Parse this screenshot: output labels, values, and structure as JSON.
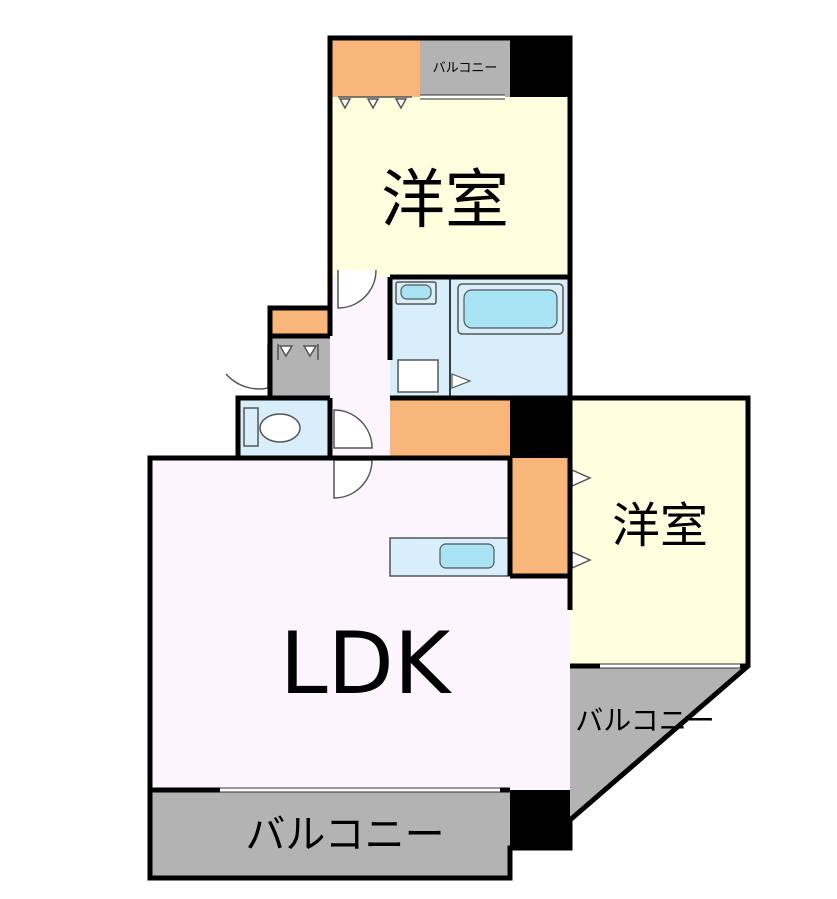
{
  "floorplan": {
    "rooms": {
      "bedroom_north": {
        "label": "洋室"
      },
      "bedroom_east": {
        "label": "洋室"
      },
      "ldk": {
        "label": "LDK"
      }
    },
    "balconies": {
      "north": {
        "label": "バルコニー"
      },
      "east": {
        "label": "バルコニー"
      },
      "south": {
        "label": "バルコニー"
      }
    },
    "colors": {
      "western_room": "#ffffe0",
      "ldk": "#fdf5fd",
      "hallway": "#fdf5fd",
      "wet_area": "#d9eefb",
      "storage": "#f8b67a",
      "balcony": "#b3b3b3",
      "pillar": "#000000",
      "fixture": "#a8e4f4"
    }
  }
}
